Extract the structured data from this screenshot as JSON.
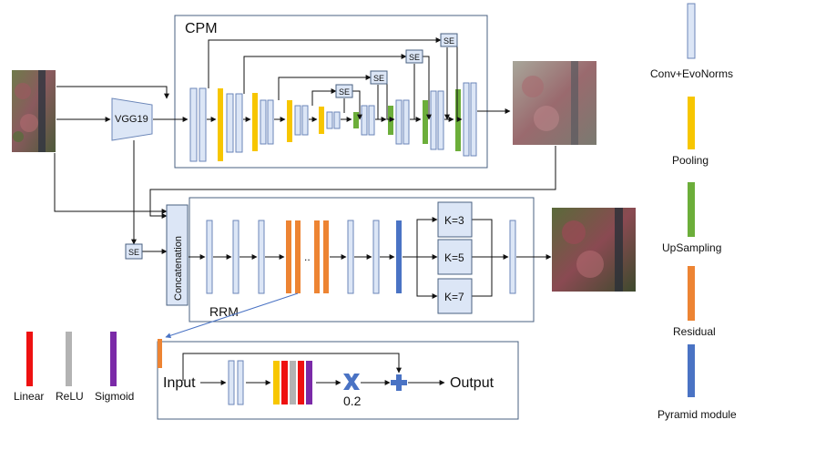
{
  "cpm": {
    "title": "CPM",
    "se": "SE",
    "backbone": "VGG19"
  },
  "rrm": {
    "title": "RRM",
    "concat": "Concatenation",
    "se": "SE",
    "dots": "..",
    "kernels": [
      "K=3",
      "K=5",
      "K=7"
    ]
  },
  "residual_block": {
    "input": "Input",
    "output": "Output",
    "scale": "0.2"
  },
  "activations": [
    {
      "label": "Linear",
      "color": "#ee1111"
    },
    {
      "label": "ReLU",
      "color": "#b3b3b3"
    },
    {
      "label": "Sigmoid",
      "color": "#7b2aa8"
    }
  ],
  "legend": [
    {
      "label": "Conv+EvoNorms",
      "color": "#dce6f6"
    },
    {
      "label": "Pooling",
      "color": "#f7c600"
    },
    {
      "label": "UpSampling",
      "color": "#6cae3a"
    },
    {
      "label": "Residual",
      "color": "#ed8433"
    },
    {
      "label": "Pyramid module",
      "color": "#4a73c4"
    }
  ],
  "colors": {
    "conv": "#dce6f6",
    "conv_stroke": "#6b86b8",
    "pool": "#f7c600",
    "up": "#6cae3a",
    "res": "#ed8433",
    "pyr": "#4a73c4",
    "box_stroke": "#4a6080",
    "mult": "#4a73c4",
    "add": "#4a73c4"
  }
}
